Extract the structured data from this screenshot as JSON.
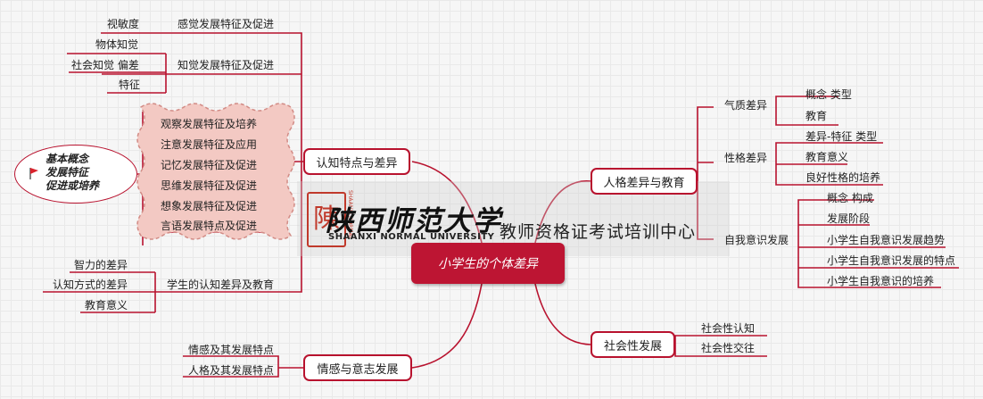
{
  "central": "小学生的个体差异",
  "banner": {
    "seal_char": "陳",
    "seal_text": "SHAANXI NORMAL UNIVERSITY",
    "university_cn": "陕西师范大学",
    "university_en": "SHAANXI NORMAL UNIVERSITY",
    "center_name": "教师资格证考试培训中心"
  },
  "callout": [
    "基本概念",
    "发展特征",
    "促进或培养"
  ],
  "left": {
    "cognition": {
      "label": "认知特点与差异",
      "perception_sense": "感觉发展特征及促进",
      "visual_acuity": "视敏度",
      "perception_dev": "知觉发展特征及促进",
      "perception_items": [
        "物体知觉",
        "社会知觉 偏差",
        "特征"
      ],
      "wavy_items": [
        "观察发展特征及培养",
        "注意发展特征及应用",
        "记忆发展特征及促进",
        "思维发展特征及促进",
        "想象发展特征及促进",
        "言语发展特点及促进"
      ],
      "learning_diff": "学生的认知差异及教育",
      "learning_items": [
        "智力的差异",
        "认知方式的差异",
        "教育意义"
      ]
    },
    "emotion": {
      "label": "情感与意志发展",
      "items": [
        "情感及其发展特点",
        "人格及其发展特点"
      ]
    }
  },
  "right": {
    "personality": {
      "label": "人格差异与教育",
      "temperament": "气质差异",
      "temperament_items": [
        "概念 类型",
        "教育"
      ],
      "character": "性格差异",
      "character_items": [
        "差异-特征 类型",
        "教育意义",
        "良好性格的培养"
      ],
      "self": "自我意识发展",
      "self_items": [
        "概念 构成",
        "发展阶段",
        "小学生自我意识发展趋势",
        "小学生自我意识发展的特点",
        "小学生自我意识的培养"
      ]
    },
    "social": {
      "label": "社会性发展",
      "items": [
        "社会性认知",
        "社会性交往"
      ]
    }
  }
}
